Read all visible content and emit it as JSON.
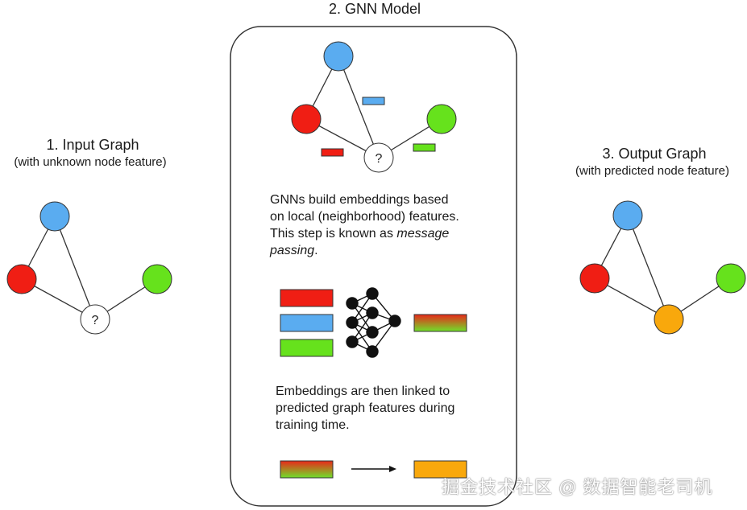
{
  "sections": {
    "input": {
      "title": "1. Input Graph",
      "subtitle": "(with unknown node feature)"
    },
    "model": {
      "title": "2. GNN Model",
      "text1": [
        "GNNs build embeddings based",
        "on local (neighborhood) features.",
        "This step is known as "
      ],
      "text1_em": "message",
      "text1_em2": "passing",
      "text1_end": ".",
      "text2": [
        "Embeddings are then linked to",
        "predicted graph features during",
        "training time."
      ]
    },
    "output": {
      "title": "3. Output Graph",
      "subtitle": "(with predicted node feature)"
    }
  },
  "unknown_mark": "?",
  "colors": {
    "blue": "#5aacf0",
    "red": "#f01e14",
    "green": "#66e21c",
    "orange": "#f9a80c",
    "white": "#ffffff",
    "stroke": "#333333"
  },
  "watermark": "掘金技术社区 @ 数据智能老司机"
}
